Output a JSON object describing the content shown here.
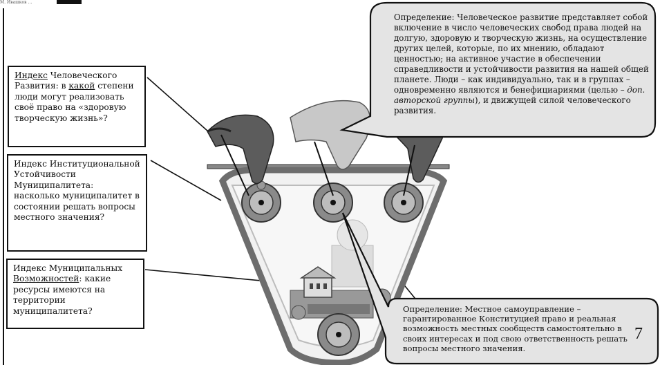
{
  "header": {
    "tiny_caption": "М. Ивашков …"
  },
  "box_hdi": {
    "word_index": "Индекс",
    "rest_line": " Человеческого Развития: в ",
    "word_which": "какой",
    "tail": " степени люди могут реализовать своё право на «здоровую творческую жизнь»?"
  },
  "box_institutional": {
    "text": "Индекс Институциональной Устойчивости Муниципалитета: насколько муниципалитет в состоянии решать вопросы местного значения?"
  },
  "box_municipal": {
    "lead": "Индекс Муниципальных ",
    "word_capacities": "Возможностей",
    "tail": ": какие ресурсы имеются на территории муниципалитета?"
  },
  "bubble_human_development": {
    "text_main": "Определение: Человеческое развитие представляет собой включение в число человеческих свобод права людей на долгую, здоровую и творческую жизнь, на осуществление других целей, которые, по их мнению, обладают ценностью; на активное участие в обеспечении справедливости и устойчивости развития на нашей общей планете. Люди – как индивидуально, так и в группах – одновременно являются и бенефициариями (целью – ",
    "text_italic": "доп. авторской группы",
    "text_end": "), и движущей силой человеческого развития."
  },
  "bubble_local_government": {
    "text": "Определение: Местное самоуправление – гарантированное Конституцией право и реальная возможность местных сообществ самостоятельно в своих интересах и под свою ответственность решать вопросы местного значения."
  },
  "page_number": "7"
}
